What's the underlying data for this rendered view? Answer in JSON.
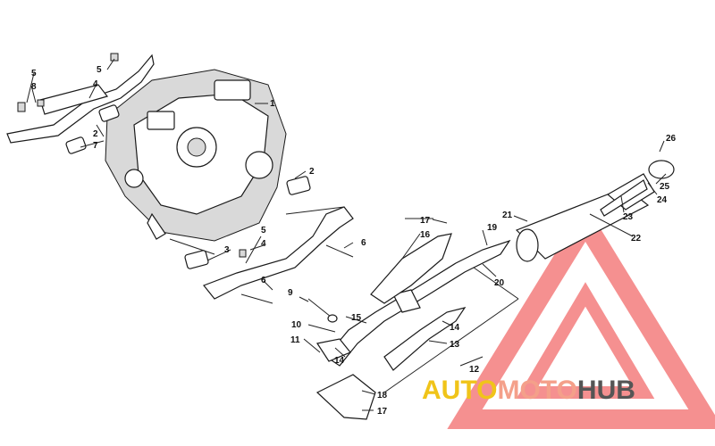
{
  "callouts": {
    "c1": "1",
    "c2a": "2",
    "c2b": "2",
    "c3": "3",
    "c4a": "4",
    "c4b": "4",
    "c5a": "5",
    "c5b": "5",
    "c5c": "5",
    "c6a": "6",
    "c6b": "6",
    "c7": "7",
    "c8": "8",
    "c9": "9",
    "c10": "10",
    "c11": "11",
    "c12": "12",
    "c13": "13",
    "c14a": "14",
    "c14b": "14",
    "c15": "15",
    "c16": "16",
    "c17a": "17",
    "c17b": "17",
    "c18": "18",
    "c19": "19",
    "c20": "20",
    "c21": "21",
    "c22": "22",
    "c23": "23",
    "c24": "24",
    "c25": "25",
    "c26": "26"
  },
  "watermark": {
    "part1": "AUTO",
    "part2": "MOTO",
    "part3": "HUB",
    "color1": "#f0c419",
    "color2": "#f4a08a",
    "color3": "#555555",
    "logo_color": "#f26b6b"
  }
}
